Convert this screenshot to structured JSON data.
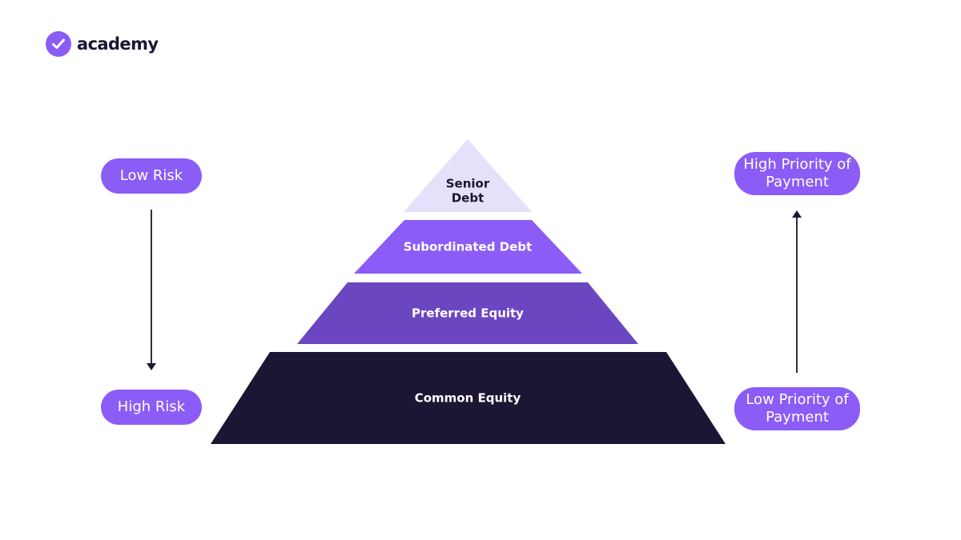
{
  "brand": {
    "name": "academy",
    "accent": "#8b5cf6",
    "dark": "#1c1533"
  },
  "left_axis": {
    "top_label": "Low Risk",
    "bottom_label": "High Risk",
    "arrow_direction": "down"
  },
  "right_axis": {
    "top_label": "High Priority of Payment",
    "bottom_label": "Low Priority of Payment",
    "arrow_direction": "up"
  },
  "pyramid": {
    "tiers": [
      {
        "lines": [
          "Senior",
          "Debt"
        ],
        "fill": "#e6e0fa",
        "text_color": "#1c1533"
      },
      {
        "lines": [
          "Subordinated Debt"
        ],
        "fill": "#8b5cf6",
        "text_color": "#ffffff"
      },
      {
        "lines": [
          "Preferred Equity"
        ],
        "fill": "#6b46c1",
        "text_color": "#ffffff"
      },
      {
        "lines": [
          "Common Equity"
        ],
        "fill": "#1c1533",
        "text_color": "#ffffff"
      }
    ]
  }
}
